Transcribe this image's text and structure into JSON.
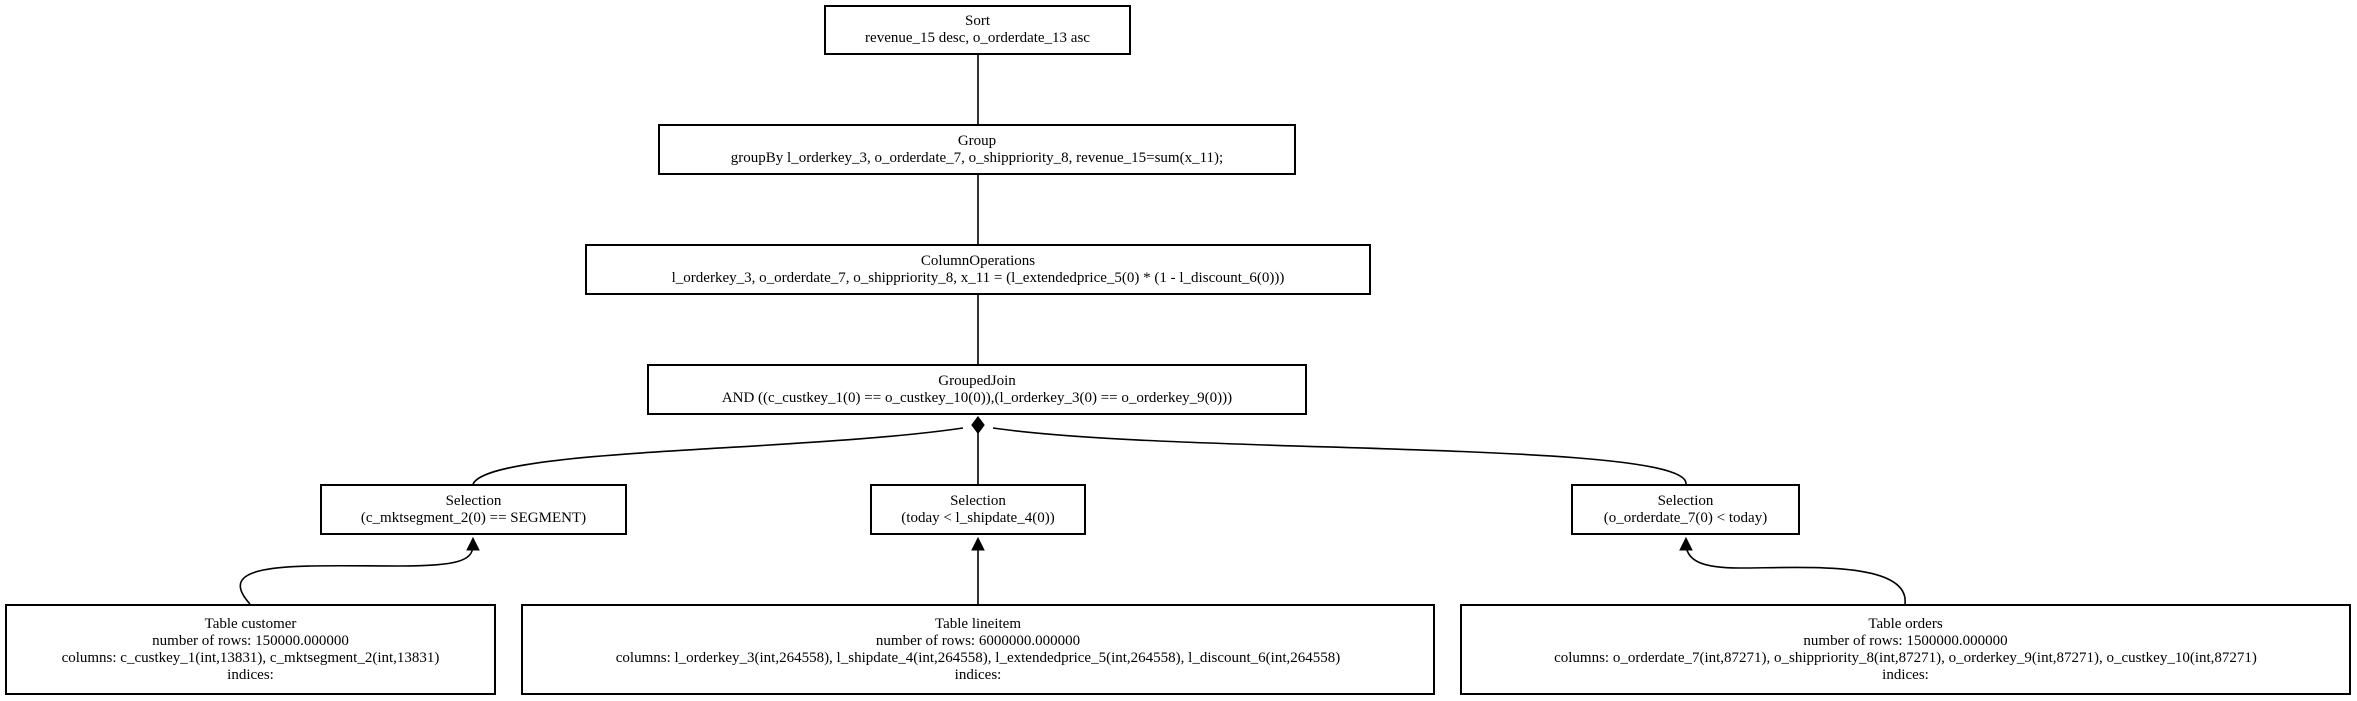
{
  "diagram": {
    "nodes": {
      "sort": {
        "lines": [
          "Sort",
          "revenue_15 desc, o_orderdate_13 asc"
        ]
      },
      "group": {
        "lines": [
          "Group",
          "groupBy l_orderkey_3, o_orderdate_7, o_shippriority_8, revenue_15=sum(x_11);"
        ]
      },
      "column_operations": {
        "lines": [
          "ColumnOperations",
          "l_orderkey_3, o_orderdate_7, o_shippriority_8, x_11 = (l_extendedprice_5(0) * (1 - l_discount_6(0)))"
        ]
      },
      "grouped_join": {
        "lines": [
          "GroupedJoin",
          "AND ((c_custkey_1(0) == o_custkey_10(0)),(l_orderkey_3(0) == o_orderkey_9(0)))"
        ]
      },
      "selection_customer": {
        "lines": [
          "Selection",
          "(c_mktsegment_2(0) == SEGMENT)"
        ]
      },
      "selection_lineitem": {
        "lines": [
          "Selection",
          "(today < l_shipdate_4(0))"
        ]
      },
      "selection_orders": {
        "lines": [
          "Selection",
          "(o_orderdate_7(0) < today)"
        ]
      },
      "table_customer": {
        "lines": [
          "Table customer",
          "number of rows: 150000.000000",
          "columns: c_custkey_1(int,13831), c_mktsegment_2(int,13831)",
          "indices:"
        ]
      },
      "table_lineitem": {
        "lines": [
          "Table lineitem",
          "number of rows: 6000000.000000",
          "columns: l_orderkey_3(int,264558), l_shipdate_4(int,264558), l_extendedprice_5(int,264558), l_discount_6(int,264558)",
          "indices:"
        ]
      },
      "table_orders": {
        "lines": [
          "Table orders",
          "number of rows: 1500000.000000",
          "columns: o_orderdate_7(int,87271), o_shippriority_8(int,87271), o_orderkey_9(int,87271), o_custkey_10(int,87271)",
          "indices:"
        ]
      }
    },
    "edges": [
      {
        "from": "group",
        "to": "sort",
        "head": "arrow"
      },
      {
        "from": "column_operations",
        "to": "group",
        "head": "arrow"
      },
      {
        "from": "grouped_join",
        "to": "column_operations",
        "head": "arrow"
      },
      {
        "from": "selection_customer",
        "to": "grouped_join",
        "head": "diamond"
      },
      {
        "from": "selection_lineitem",
        "to": "grouped_join",
        "head": "diamond"
      },
      {
        "from": "selection_orders",
        "to": "grouped_join",
        "head": "diamond"
      },
      {
        "from": "table_customer",
        "to": "selection_customer",
        "head": "arrow"
      },
      {
        "from": "table_lineitem",
        "to": "selection_lineitem",
        "head": "arrow"
      },
      {
        "from": "table_orders",
        "to": "selection_orders",
        "head": "arrow"
      }
    ],
    "stroke_color": "#000000",
    "fill_color": "#ffffff"
  }
}
